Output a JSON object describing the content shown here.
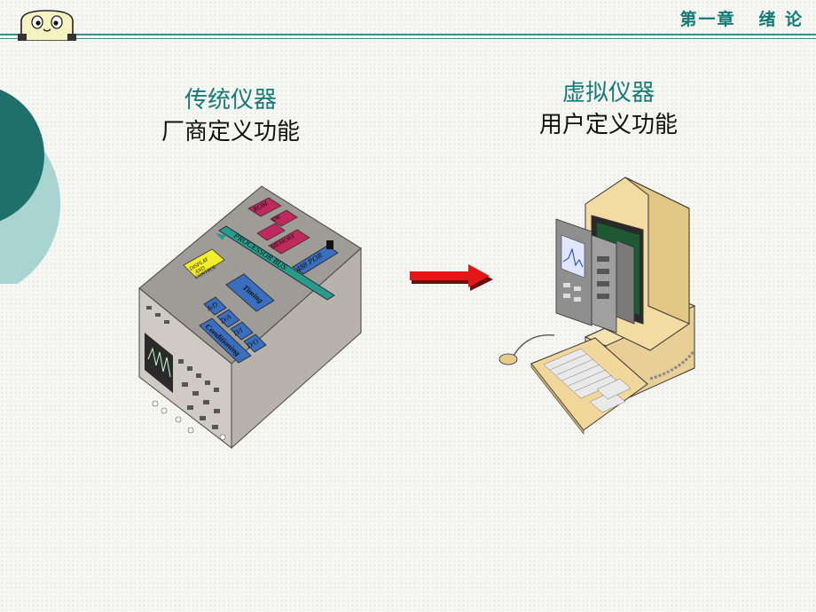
{
  "header": {
    "title": "第一章   绪 论",
    "accent_color": "#157a76",
    "icon": "mascot-icon"
  },
  "traditional": {
    "title": "传统仪器",
    "subtitle": "厂商定义功能",
    "illustration": {
      "labels": [
        "ROM",
        "DR",
        "MEMORY",
        "PROCESSOR BUS",
        "488 POR",
        "DISPLAY AND CONTROL",
        "Timing",
        "A/D",
        "D/A",
        "D/I",
        "D/O",
        "Conditioning"
      ]
    }
  },
  "virtual": {
    "title": "虚拟仪器",
    "subtitle": "用户定义功能"
  },
  "arrow": {
    "color": "#e01818",
    "icon": "right-arrow-icon"
  },
  "decor": {
    "circle_color": "#1f6f6b"
  }
}
